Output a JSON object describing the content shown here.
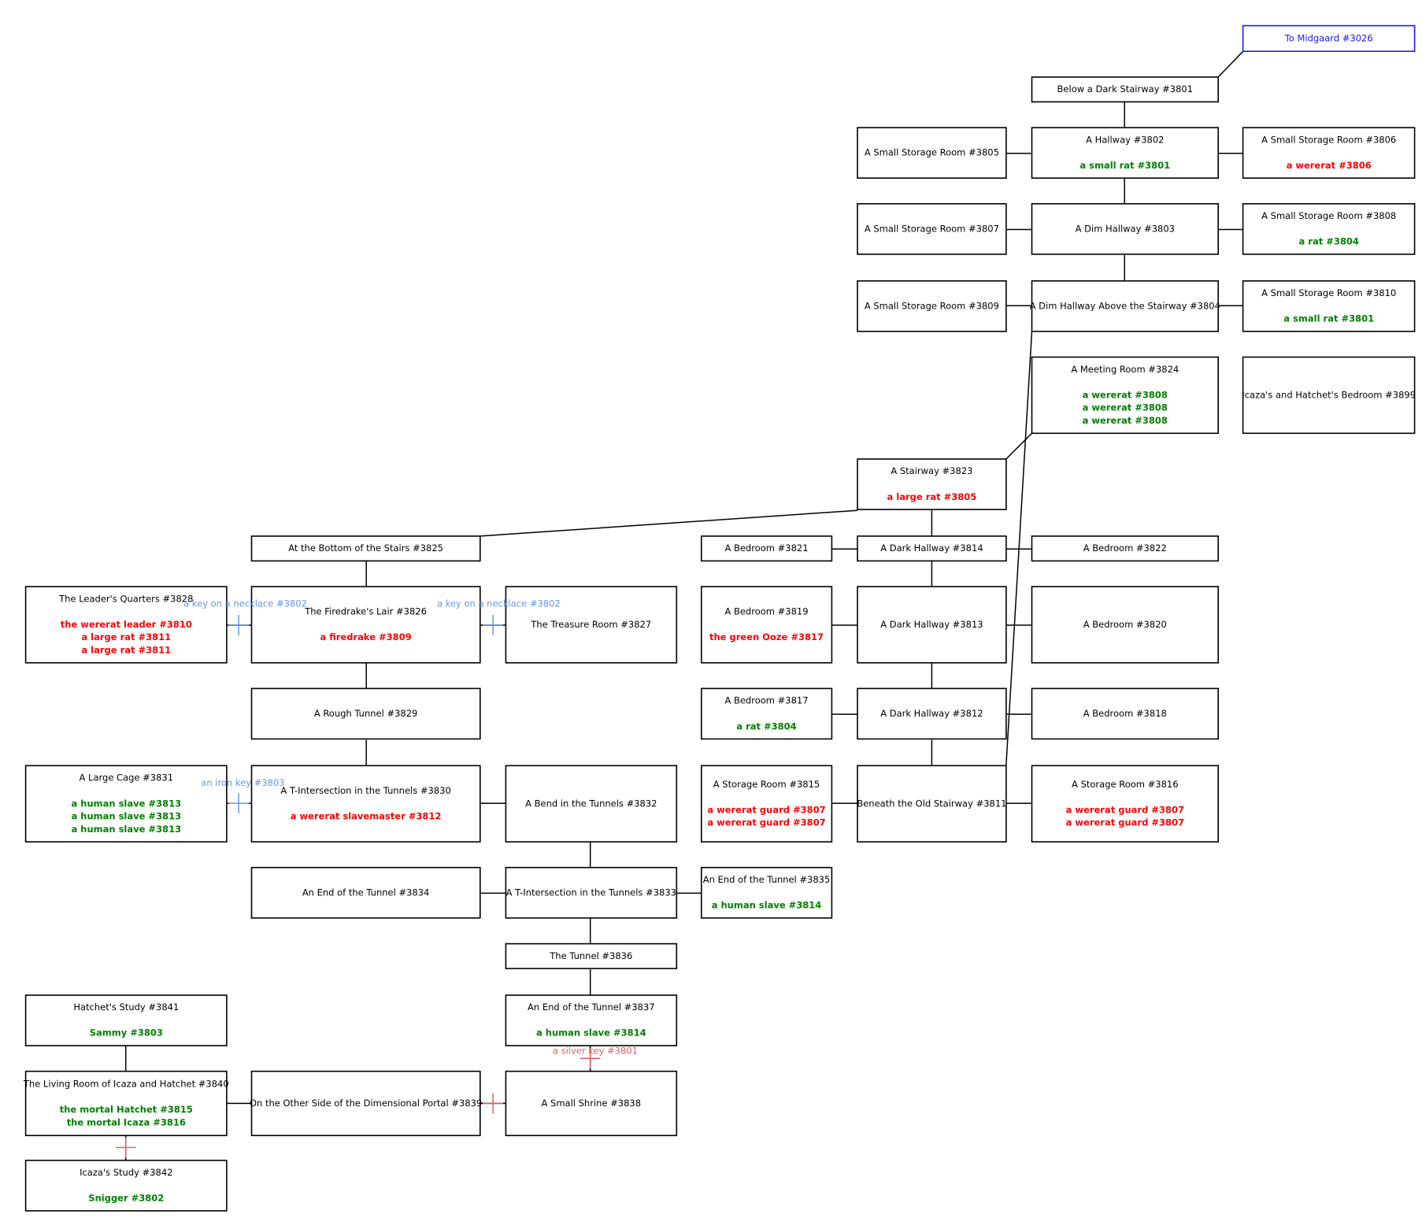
{
  "colors": {
    "room_border": "#000000",
    "exit_border": "#1a1aff",
    "mob_aggressive": "#ff0000",
    "mob_friendly": "#008000",
    "key_blue": "#6495ed",
    "key_red": "#e06060"
  },
  "rooms": [
    {
      "id": "r3026",
      "title": "To Midgaard #3026",
      "exit": true,
      "mobs": []
    },
    {
      "id": "r3801",
      "title": "Below a Dark Stairway #3801",
      "mobs": []
    },
    {
      "id": "r3805",
      "title": "A Small Storage Room #3805",
      "mobs": []
    },
    {
      "id": "r3802",
      "title": "A Hallway #3802",
      "mobs": [
        {
          "name": "a small rat #3801",
          "color": "green"
        }
      ]
    },
    {
      "id": "r3806",
      "title": "A Small Storage Room #3806",
      "mobs": [
        {
          "name": "a wererat #3806",
          "color": "red"
        }
      ]
    },
    {
      "id": "r3807",
      "title": "A Small Storage Room #3807",
      "mobs": []
    },
    {
      "id": "r3803",
      "title": "A Dim Hallway #3803",
      "mobs": []
    },
    {
      "id": "r3808",
      "title": "A Small Storage Room #3808",
      "mobs": [
        {
          "name": "a rat #3804",
          "color": "green"
        }
      ]
    },
    {
      "id": "r3809",
      "title": "A Small Storage Room #3809",
      "mobs": []
    },
    {
      "id": "r3804",
      "title": "A Dim Hallway Above the Stairway #3804",
      "mobs": []
    },
    {
      "id": "r3810",
      "title": "A Small Storage Room #3810",
      "mobs": [
        {
          "name": "a small rat #3801",
          "color": "green"
        }
      ]
    },
    {
      "id": "r3824",
      "title": "A Meeting Room #3824",
      "mobs": [
        {
          "name": "a wererat #3808",
          "color": "green"
        },
        {
          "name": "a wererat #3808",
          "color": "green"
        },
        {
          "name": "a wererat #3808",
          "color": "green"
        }
      ]
    },
    {
      "id": "r3899",
      "title": "Icaza's and Hatchet's Bedroom #3899",
      "mobs": []
    },
    {
      "id": "r3823",
      "title": "A Stairway #3823",
      "mobs": [
        {
          "name": "a large rat #3805",
          "color": "red"
        }
      ]
    },
    {
      "id": "r3825",
      "title": "At the Bottom of the Stairs #3825",
      "mobs": []
    },
    {
      "id": "r3821",
      "title": "A Bedroom #3821",
      "mobs": []
    },
    {
      "id": "r3814",
      "title": "A Dark Hallway #3814",
      "mobs": []
    },
    {
      "id": "r3822",
      "title": "A Bedroom #3822",
      "mobs": []
    },
    {
      "id": "r3828",
      "title": "The Leader's Quarters #3828",
      "mobs": [
        {
          "name": "the wererat leader #3810",
          "color": "red"
        },
        {
          "name": "a large rat #3811",
          "color": "red"
        },
        {
          "name": "a large rat #3811",
          "color": "red"
        }
      ]
    },
    {
      "id": "r3826",
      "title": "The Firedrake's Lair #3826",
      "mobs": [
        {
          "name": "a firedrake #3809",
          "color": "red"
        }
      ]
    },
    {
      "id": "r3827",
      "title": "The Treasure Room #3827",
      "mobs": []
    },
    {
      "id": "r3819",
      "title": "A Bedroom #3819",
      "mobs": [
        {
          "name": "the green Ooze #3817",
          "color": "red"
        }
      ]
    },
    {
      "id": "r3813",
      "title": "A Dark Hallway #3813",
      "mobs": []
    },
    {
      "id": "r3820",
      "title": "A Bedroom #3820",
      "mobs": []
    },
    {
      "id": "r3829",
      "title": "A Rough Tunnel #3829",
      "mobs": []
    },
    {
      "id": "r3817",
      "title": "A Bedroom #3817",
      "mobs": [
        {
          "name": "a rat #3804",
          "color": "green"
        }
      ]
    },
    {
      "id": "r3812",
      "title": "A Dark Hallway #3812",
      "mobs": []
    },
    {
      "id": "r3818",
      "title": "A Bedroom #3818",
      "mobs": []
    },
    {
      "id": "r3831",
      "title": "A Large Cage #3831",
      "mobs": [
        {
          "name": "a human slave #3813",
          "color": "green"
        },
        {
          "name": "a human slave #3813",
          "color": "green"
        },
        {
          "name": "a human slave #3813",
          "color": "green"
        }
      ]
    },
    {
      "id": "r3830",
      "title": "A T-Intersection in the Tunnels #3830",
      "mobs": [
        {
          "name": "a wererat slavemaster #3812",
          "color": "red"
        }
      ]
    },
    {
      "id": "r3832",
      "title": "A Bend in the Tunnels #3832",
      "mobs": []
    },
    {
      "id": "r3815",
      "title": "A Storage Room #3815",
      "mobs": [
        {
          "name": "a wererat guard #3807",
          "color": "red"
        },
        {
          "name": "a wererat guard #3807",
          "color": "red"
        }
      ]
    },
    {
      "id": "r3811",
      "title": "Beneath the Old Stairway #3811",
      "mobs": []
    },
    {
      "id": "r3816",
      "title": "A Storage Room #3816",
      "mobs": [
        {
          "name": "a wererat guard #3807",
          "color": "red"
        },
        {
          "name": "a wererat guard #3807",
          "color": "red"
        }
      ]
    },
    {
      "id": "r3834",
      "title": "An End of the Tunnel #3834",
      "mobs": []
    },
    {
      "id": "r3833",
      "title": "A T-Intersection in the Tunnels #3833",
      "mobs": []
    },
    {
      "id": "r3835",
      "title": "An End of the Tunnel #3835",
      "mobs": [
        {
          "name": "a human slave #3814",
          "color": "green"
        }
      ]
    },
    {
      "id": "r3836",
      "title": "The Tunnel #3836",
      "mobs": []
    },
    {
      "id": "r3841",
      "title": "Hatchet's Study #3841",
      "mobs": [
        {
          "name": "Sammy #3803",
          "color": "green"
        }
      ]
    },
    {
      "id": "r3837",
      "title": "An End of the Tunnel #3837",
      "mobs": [
        {
          "name": "a human slave #3814",
          "color": "green"
        }
      ]
    },
    {
      "id": "r3840",
      "title": "The Living Room of Icaza and Hatchet #3840",
      "mobs": [
        {
          "name": "the mortal Hatchet #3815",
          "color": "green"
        },
        {
          "name": "the mortal Icaza #3816",
          "color": "green"
        }
      ]
    },
    {
      "id": "r3839",
      "title": "On the Other Side of the Dimensional Portal #3839",
      "mobs": []
    },
    {
      "id": "r3838",
      "title": "A Small Shrine #3838",
      "mobs": []
    },
    {
      "id": "r3842",
      "title": "Icaza's Study #3842",
      "mobs": [
        {
          "name": "Snigger #3802",
          "color": "green"
        }
      ]
    }
  ],
  "doors": [
    {
      "id": "d1",
      "label": "a key on a necklace #3802",
      "color": "blue"
    },
    {
      "id": "d2",
      "label": "a key on a necklace #3802",
      "color": "blue"
    },
    {
      "id": "d3",
      "label": "an iron key #3803",
      "color": "blue"
    },
    {
      "id": "d4",
      "label": "a silver key #3801",
      "color": "red"
    },
    {
      "id": "d5",
      "label": "",
      "color": "red"
    },
    {
      "id": "d6",
      "label": "",
      "color": "red"
    }
  ]
}
